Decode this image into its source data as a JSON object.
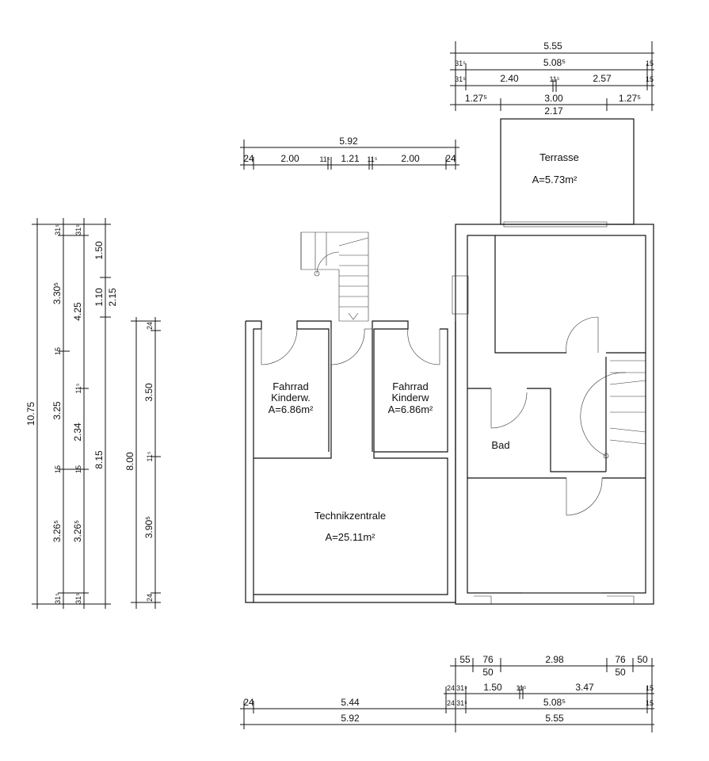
{
  "rooms": {
    "terrasse": {
      "name": "Terrasse",
      "area": "A=5.73m²"
    },
    "fahrrad_left": {
      "line1": "Fahrrad",
      "line2": "Kinderw.",
      "area": "A=6.86m²"
    },
    "fahrrad_right": {
      "line1": "Fahrrad",
      "line2": "Kinderw",
      "area": "A=6.86m²"
    },
    "technik": {
      "name": "Technikzentrale",
      "area": "A=25.11m²"
    },
    "bad": {
      "name": "Bad"
    }
  },
  "dims_top_right": {
    "row1": [
      "5.55"
    ],
    "row2": [
      "31⁵",
      "5.08⁵",
      "15"
    ],
    "row3": [
      "31⁵",
      "2.40",
      "11⁵",
      "2.57",
      "15"
    ],
    "row4": [
      "1.27⁵",
      "3.00",
      "1.27⁵"
    ],
    "row4_sub": "2.17"
  },
  "dims_top_left": {
    "row1": "5.92",
    "row2": [
      "24",
      "2.00",
      "11⁵",
      "1.21",
      "11⁵",
      "2.00",
      "24"
    ]
  },
  "dims_left": {
    "col1": [
      "10.75"
    ],
    "col2": [
      "31⁵",
      "3.30⁵",
      "15",
      "3.25",
      "15",
      "3.26⁵",
      "31⁵"
    ],
    "col3": [
      "31⁵",
      "4.25",
      "11⁵",
      "2.34",
      "15",
      "3.26⁵",
      "31⁵"
    ],
    "col4": [
      "1.50",
      "1.10",
      "2.15",
      "8.15"
    ],
    "col5": [
      "8.00"
    ],
    "col6": [
      "24",
      "3.50",
      "11⁵",
      "3.90⁵",
      "24"
    ]
  },
  "dims_bottom": {
    "row1": [
      "55",
      "76",
      "50",
      "2.98",
      "76",
      "50",
      "50"
    ],
    "row2": [
      "24",
      "31⁵",
      "1.50",
      "11⁵",
      "3.47",
      "15"
    ],
    "row3": [
      "24",
      "5.44",
      "24",
      "31⁵",
      "5.08⁵",
      "15"
    ],
    "row4": [
      "5.92",
      "5.55"
    ]
  }
}
